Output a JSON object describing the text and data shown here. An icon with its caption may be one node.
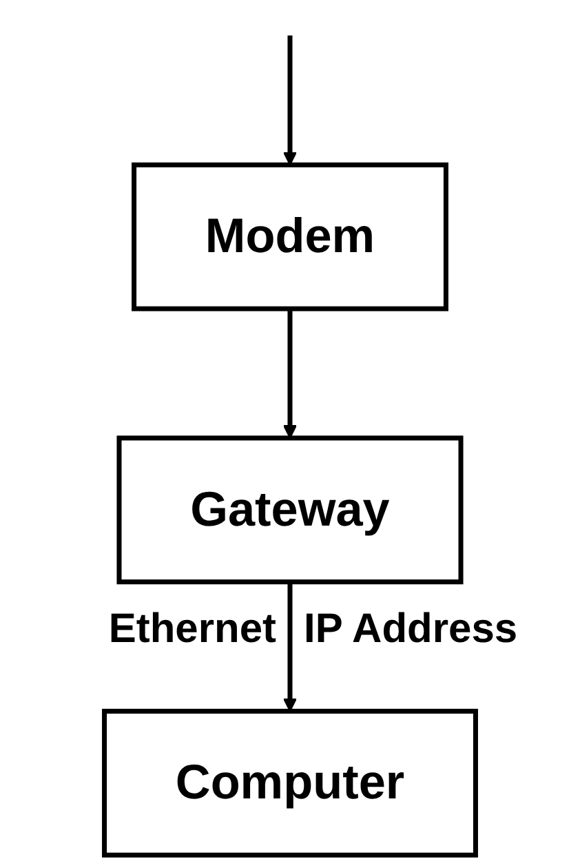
{
  "diagram": {
    "nodes": [
      {
        "text": [
          "Modem"
        ]
      },
      {
        "text": [
          "Gateway"
        ]
      },
      {
        "text": [
          "Computer"
        ]
      }
    ],
    "edges": [
      {
        "from": null,
        "to": 0,
        "arrow": "to"
      },
      {
        "from": 0,
        "to": 1,
        "arrow": "to"
      },
      {
        "from": 1,
        "to": 2,
        "arrow": "to"
      }
    ],
    "labels": [
      "Ethernet",
      "IP Address"
    ]
  }
}
